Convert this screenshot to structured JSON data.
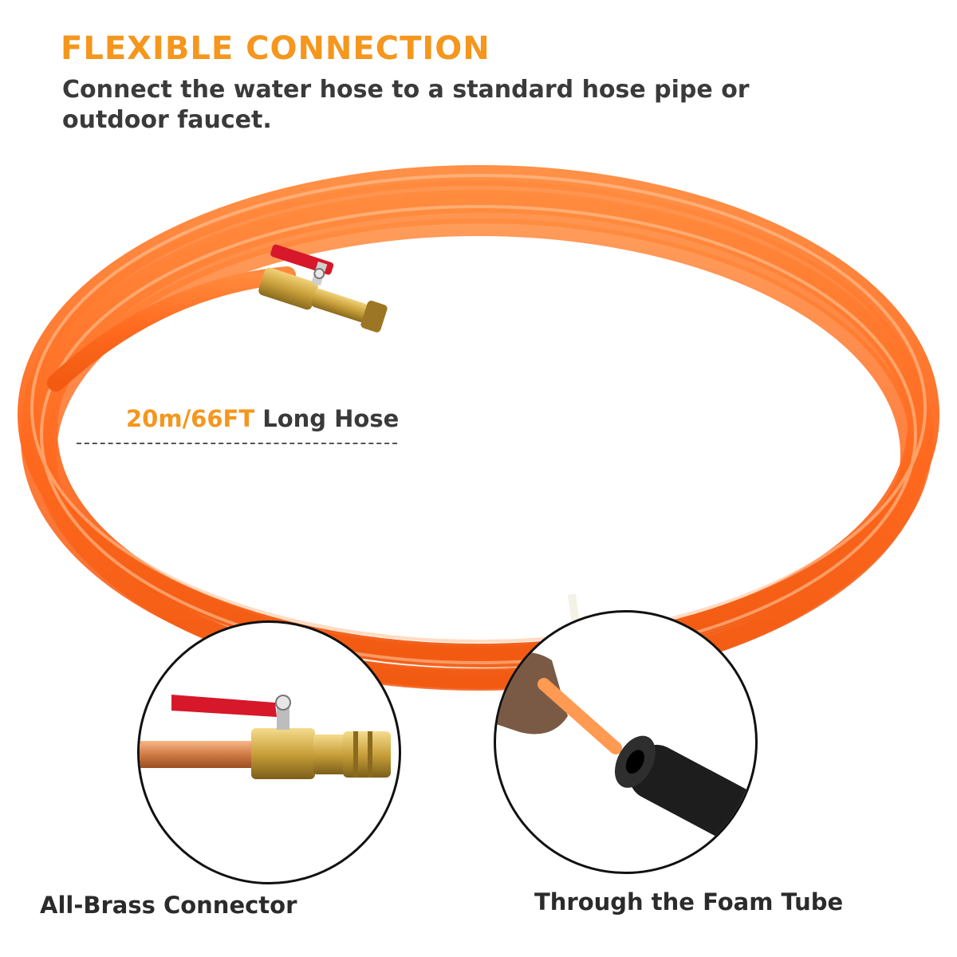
{
  "header": {
    "title": "FLEXIBLE CONNECTION",
    "subtitle": "Connect the water hose to a standard hose pipe or outdoor faucet."
  },
  "hero": {
    "length_value": "20m/66FT",
    "length_text": "Long Hose"
  },
  "details": [
    {
      "caption": "All-Brass Connector",
      "icon": "brass-valve-connector-icon"
    },
    {
      "caption": "Through the Foam Tube",
      "icon": "foam-tube-icon"
    }
  ],
  "colors": {
    "accent": "#f5961d",
    "hose": "#ff6a1f",
    "text": "#3a3a3a",
    "brass": "#c9a03a",
    "valve_handle": "#d6182a"
  }
}
